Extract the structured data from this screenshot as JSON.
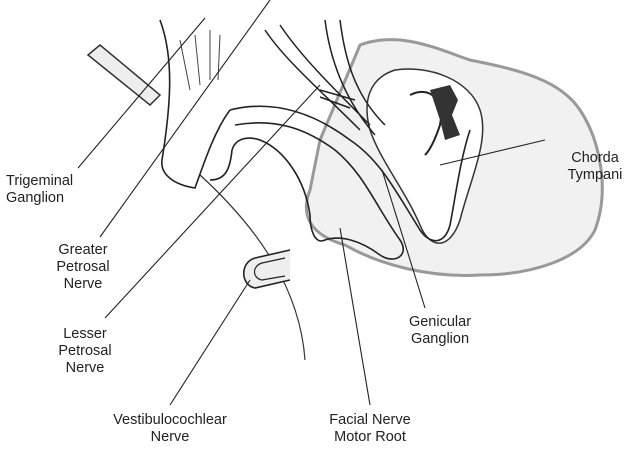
{
  "labels": {
    "trigeminal": [
      "Trigeminal",
      "Ganglion"
    ],
    "greater_petrosal": [
      "Greater",
      "Petrosal",
      "Nerve"
    ],
    "lesser_petrosal": [
      "Lesser",
      "Petrosal",
      "Nerve"
    ],
    "vestibulocochlear": [
      "Vestibulocochlear",
      "Nerve"
    ],
    "facial_motor": [
      "Facial Nerve",
      "Motor Root"
    ],
    "genicular": [
      "Genicular",
      "Ganglion"
    ],
    "chorda": [
      "Chorda",
      "Tympani"
    ]
  }
}
